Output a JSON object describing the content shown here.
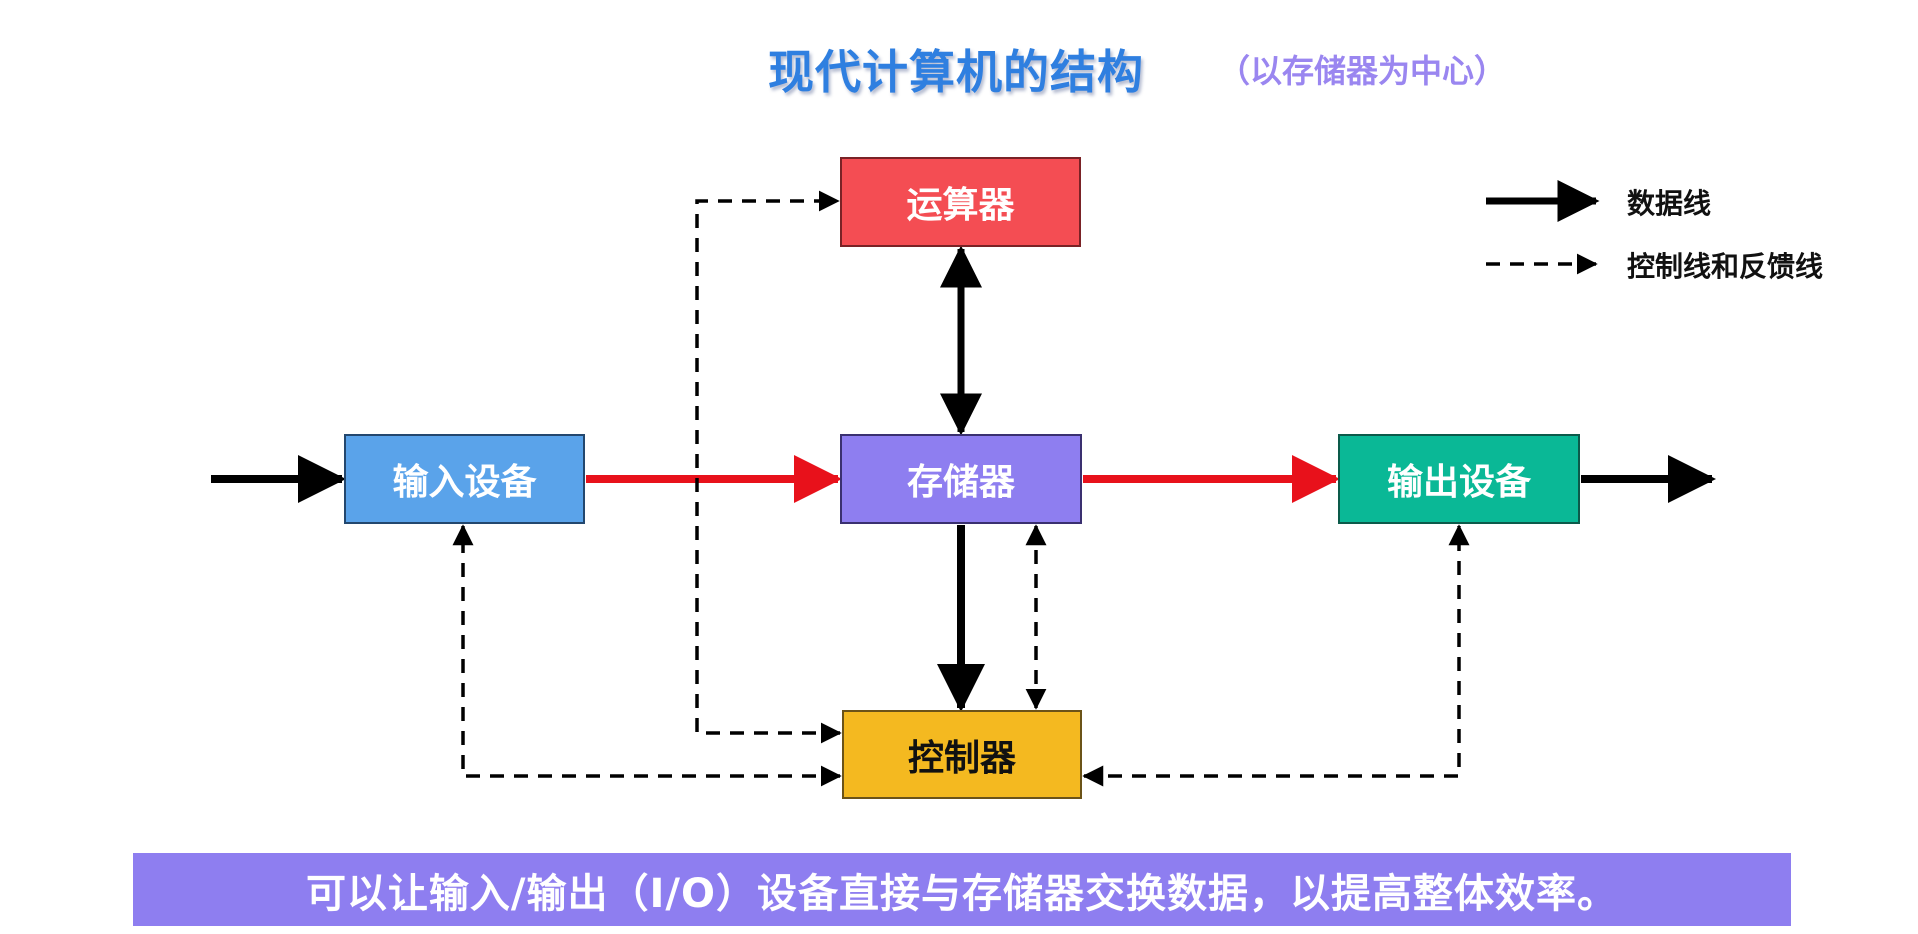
{
  "header": {
    "title": "现代计算机的结构",
    "subtitle": "（以存储器为中心）"
  },
  "components": {
    "alu": {
      "label": "运算器",
      "color": "#f44d53"
    },
    "input": {
      "label": "输入设备",
      "color": "#5aa3ea"
    },
    "memory": {
      "label": "存储器",
      "color": "#8e7ef0"
    },
    "output": {
      "label": "输出设备",
      "color": "#0ab896"
    },
    "controller": {
      "label": "控制器",
      "color": "#f4b920"
    }
  },
  "legend": {
    "data_line": "数据线",
    "control_line": "控制线和反馈线"
  },
  "connections": [
    {
      "from": "external",
      "to": "input",
      "type": "data"
    },
    {
      "from": "input",
      "to": "memory",
      "type": "data",
      "color": "#e8111b"
    },
    {
      "from": "memory",
      "to": "output",
      "type": "data",
      "color": "#e8111b"
    },
    {
      "from": "output",
      "to": "external",
      "type": "data"
    },
    {
      "from": "alu",
      "to": "memory",
      "type": "data",
      "bidirectional": true
    },
    {
      "from": "memory",
      "to": "controller",
      "type": "data"
    },
    {
      "from": "memory",
      "to": "controller",
      "type": "control",
      "bidirectional": true
    },
    {
      "from": "controller",
      "to": "alu",
      "type": "control",
      "bidirectional": true
    },
    {
      "from": "controller",
      "to": "input",
      "type": "control",
      "bidirectional": true
    },
    {
      "from": "controller",
      "to": "output",
      "type": "control",
      "bidirectional": true
    }
  ],
  "footer": {
    "note": "可以让输入/输出（I/O）设备直接与存储器交换数据，以提高整体效率。"
  }
}
